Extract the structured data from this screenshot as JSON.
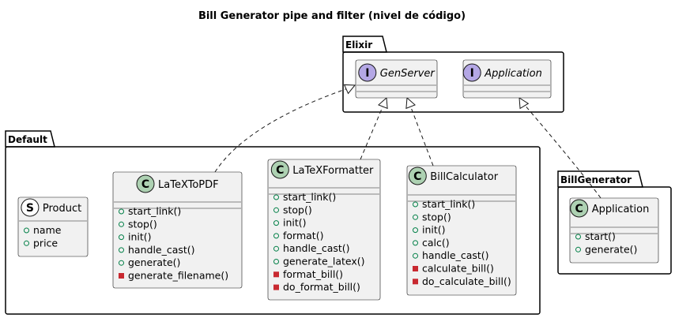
{
  "title": "Bill Generator pipe and filter (nivel de código)",
  "packages": {
    "elixir": "Elixir",
    "default": "Default",
    "billgenerator": "BillGenerator"
  },
  "colors": {
    "box_fill": "#f1f1f1",
    "border": "#181818",
    "circle_C": "#add1b2",
    "circle_I": "#b4a7e5",
    "circle_S": "#ffffff"
  },
  "classes": {
    "genserver": {
      "badge": "I",
      "name": "GenServer",
      "members": []
    },
    "application_iface": {
      "badge": "I",
      "name": "Application",
      "members": []
    },
    "product": {
      "badge": "S",
      "name": "Product",
      "members": [
        {
          "vis": "public",
          "text": "name"
        },
        {
          "vis": "public",
          "text": "price"
        }
      ]
    },
    "latextopdf": {
      "badge": "C",
      "name": "LaTeXToPDF",
      "members": [
        {
          "vis": "public",
          "text": "start_link()"
        },
        {
          "vis": "public",
          "text": "stop()"
        },
        {
          "vis": "public",
          "text": "init()"
        },
        {
          "vis": "public",
          "text": "handle_cast()"
        },
        {
          "vis": "public",
          "text": "generate()"
        },
        {
          "vis": "private",
          "text": "generate_filename()"
        }
      ]
    },
    "latexformatter": {
      "badge": "C",
      "name": "LaTeXFormatter",
      "members": [
        {
          "vis": "public",
          "text": "start_link()"
        },
        {
          "vis": "public",
          "text": "stop()"
        },
        {
          "vis": "public",
          "text": "init()"
        },
        {
          "vis": "public",
          "text": "format()"
        },
        {
          "vis": "public",
          "text": "handle_cast()"
        },
        {
          "vis": "public",
          "text": "generate_latex()"
        },
        {
          "vis": "private",
          "text": "format_bill()"
        },
        {
          "vis": "private",
          "text": "do_format_bill()"
        }
      ]
    },
    "billcalculator": {
      "badge": "C",
      "name": "BillCalculator",
      "members": [
        {
          "vis": "public",
          "text": "start_link()"
        },
        {
          "vis": "public",
          "text": "stop()"
        },
        {
          "vis": "public",
          "text": "init()"
        },
        {
          "vis": "public",
          "text": "calc()"
        },
        {
          "vis": "public",
          "text": "handle_cast()"
        },
        {
          "vis": "private",
          "text": "calculate_bill()"
        },
        {
          "vis": "private",
          "text": "do_calculate_bill()"
        }
      ]
    },
    "application": {
      "badge": "C",
      "name": "Application",
      "members": [
        {
          "vis": "public",
          "text": "start()"
        },
        {
          "vis": "public",
          "text": "generate()"
        }
      ]
    }
  }
}
